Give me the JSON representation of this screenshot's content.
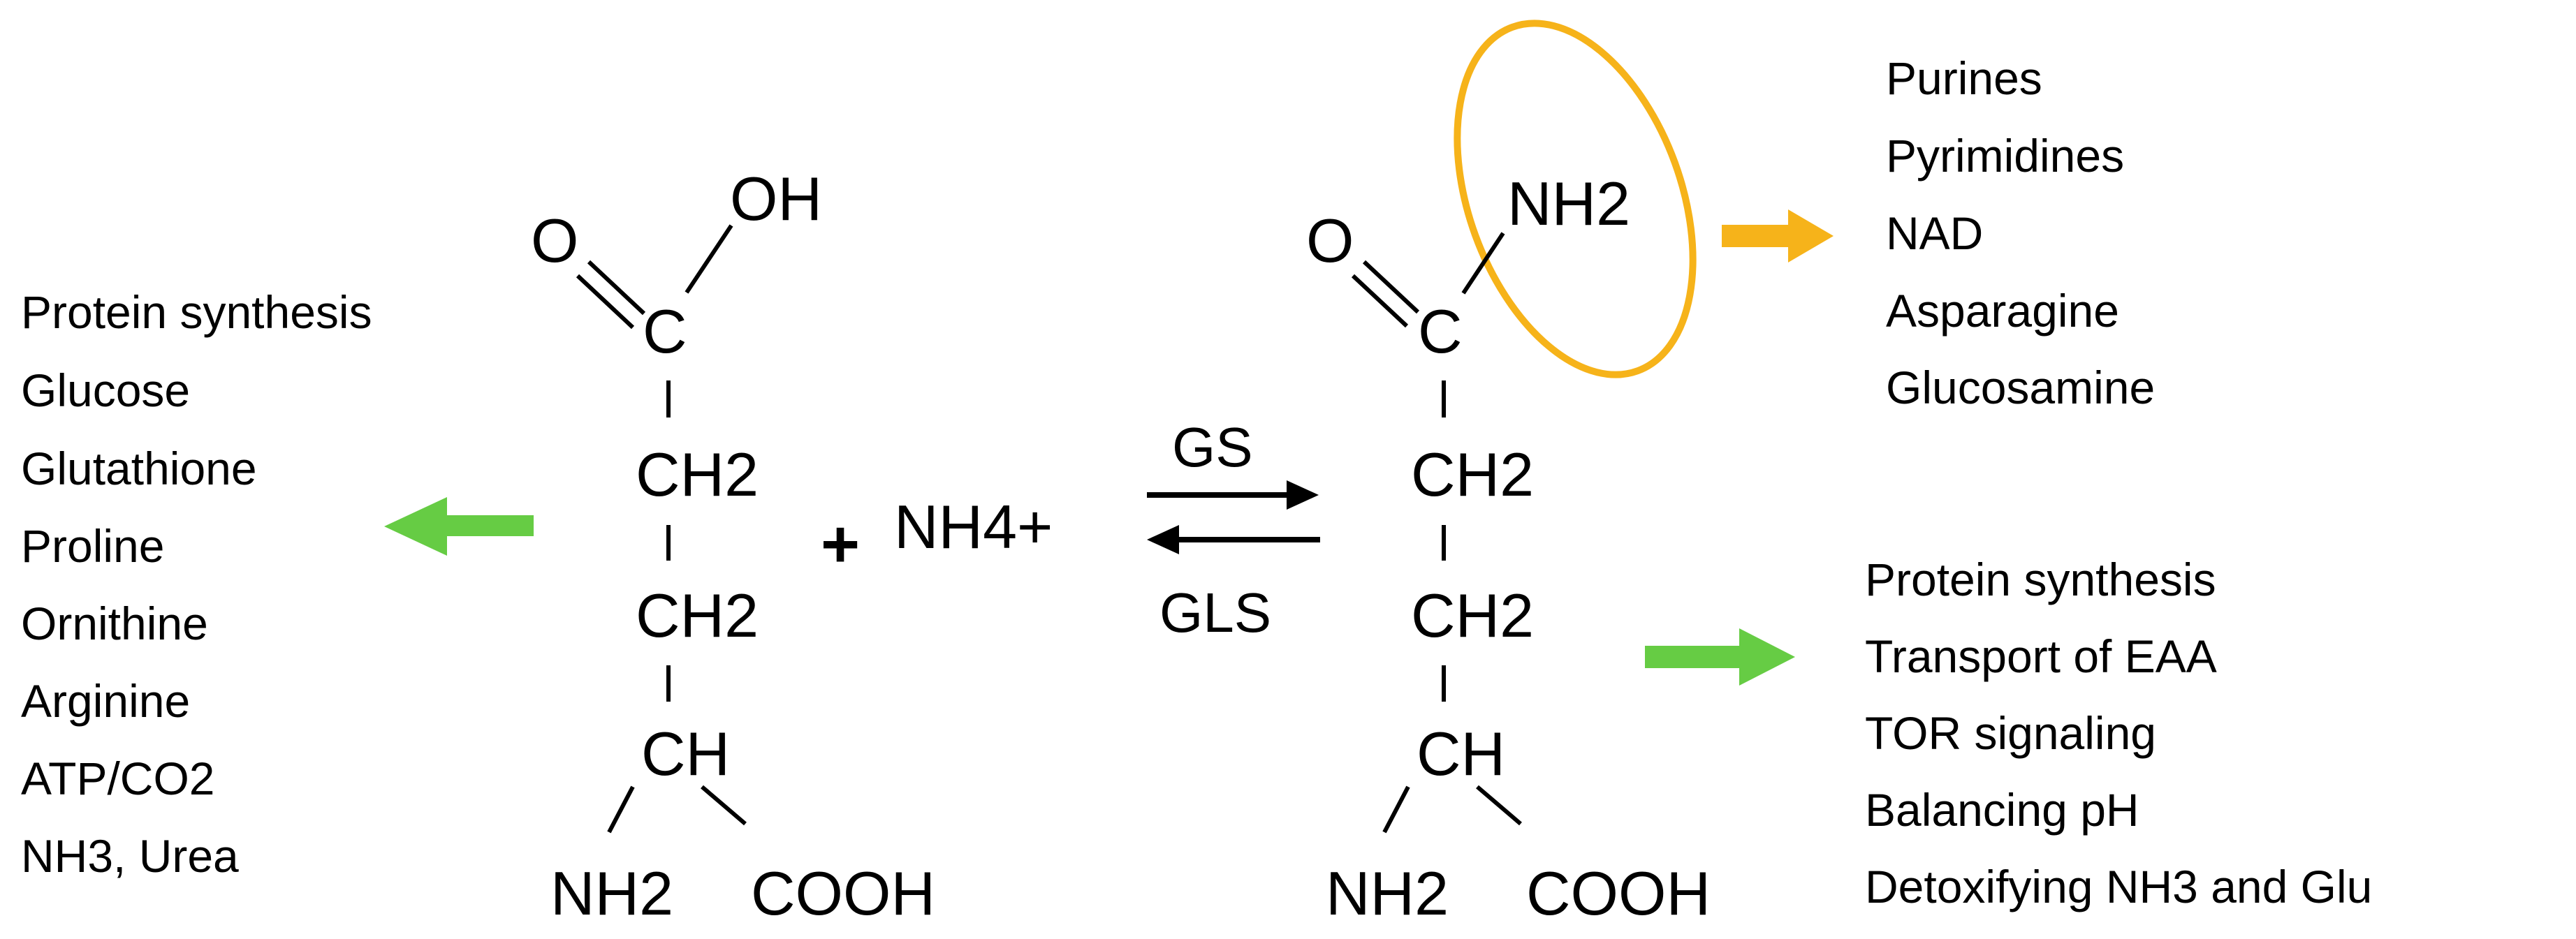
{
  "left_products": [
    "Protein synthesis",
    "Glucose",
    "Glutathione",
    "Proline",
    "Ornithine",
    "Arginine",
    "ATP/CO2",
    "NH3, Urea"
  ],
  "glutamate": {
    "oh": "OH",
    "o": "O",
    "c": "C",
    "ch2_upper": "CH2",
    "ch2_lower": "CH2",
    "ch": "CH",
    "nh2": "NH2",
    "cooh": "COOH"
  },
  "ammonium": {
    "plus_sign": "+",
    "species": "NH4+"
  },
  "enzymes": {
    "forward": "GS",
    "reverse": "GLS"
  },
  "glutamine": {
    "nh2_amide": "NH2",
    "o": "O",
    "c": "C",
    "ch2_upper": "CH2",
    "ch2_lower": "CH2",
    "ch": "CH",
    "nh2": "NH2",
    "cooh": "COOH"
  },
  "amide_products": [
    "Purines",
    "Pyrimidines",
    "NAD",
    "Asparagine",
    "Glucosamine"
  ],
  "glutamine_functions": [
    "Protein synthesis",
    "Transport of EAA",
    "TOR signaling",
    "Balancing pH",
    "Detoxifying NH3 and Glu"
  ],
  "colors": {
    "green_arrow": "#66cc44",
    "orange_arrow": "#f6b31a",
    "highlight_ellipse": "#f6b31a",
    "text": "#000000"
  }
}
